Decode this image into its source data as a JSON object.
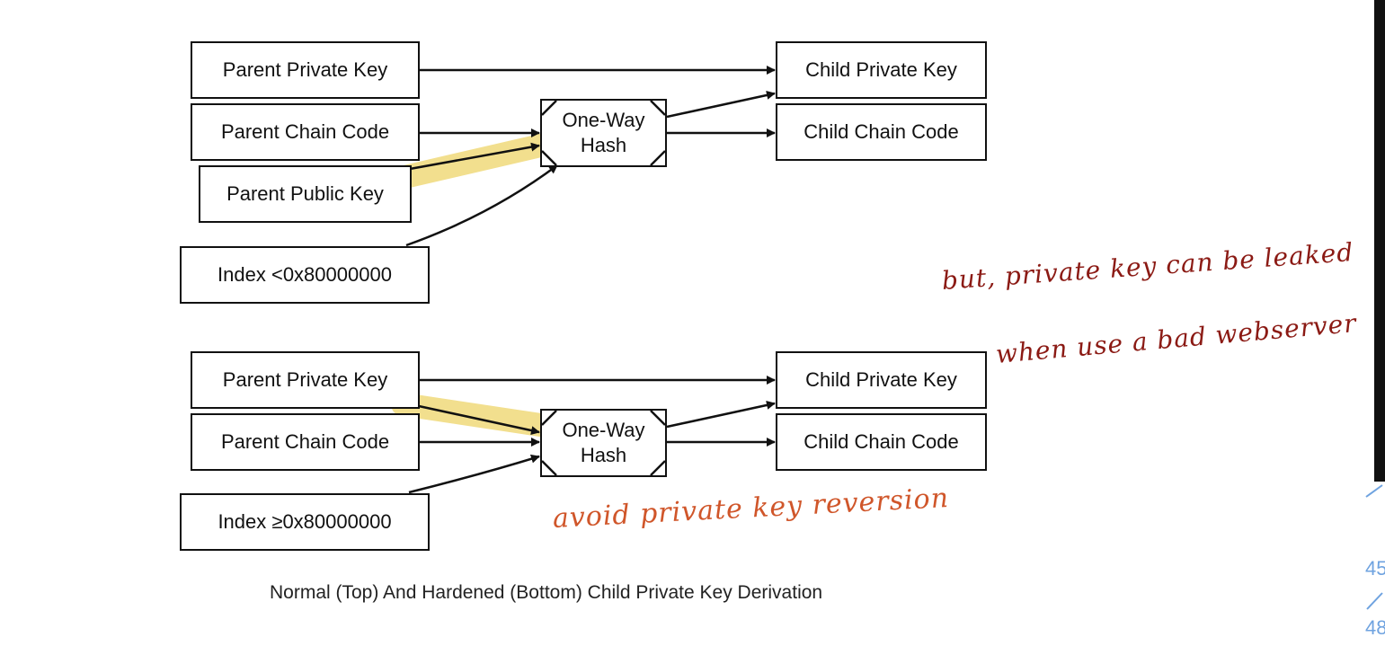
{
  "top": {
    "parent_private_key": "Parent Private Key",
    "parent_chain_code": "Parent Chain Code",
    "parent_public_key": "Parent Public Key",
    "index": "Index <0x80000000",
    "hash_line1": "One-Way",
    "hash_line2": "Hash",
    "child_private_key": "Child Private Key",
    "child_chain_code": "Child Chain Code"
  },
  "bottom": {
    "parent_private_key": "Parent Private Key",
    "parent_chain_code": "Parent Chain Code",
    "index": "Index ≥0x80000000",
    "hash_line1": "One-Way",
    "hash_line2": "Hash",
    "child_private_key": "Child Private Key",
    "child_chain_code": "Child Chain Code"
  },
  "caption": "Normal (Top) And Hardened (Bottom) Child Private Key Derivation",
  "annotations": {
    "note_red_line1": "but, private key can be leaked",
    "note_red_line2": "when use a bad webserver",
    "note_orange": "avoid private key reversion"
  },
  "sidebar": {
    "num1": "45",
    "num2": "48"
  },
  "colors": {
    "highlight": "#f2df8e",
    "handwriting_red": "#8b1a14",
    "handwriting_orange": "#d0562a",
    "sidebar_link": "#6fa3e0"
  }
}
